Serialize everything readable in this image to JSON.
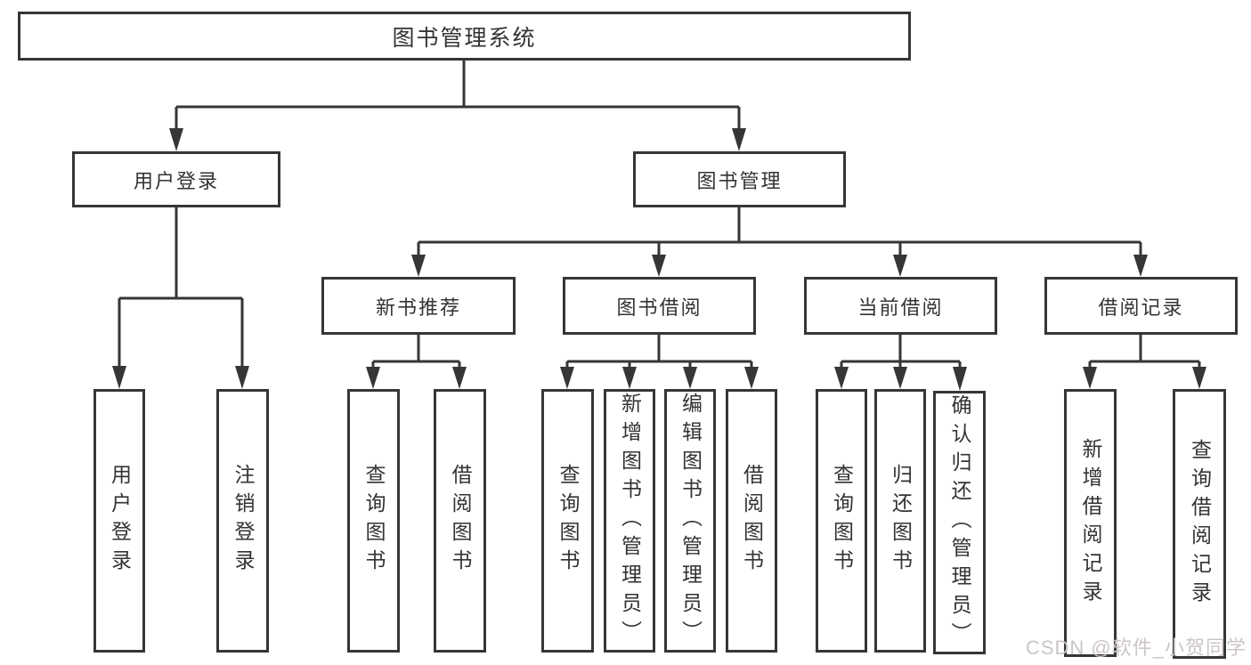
{
  "colors": {
    "line": "#363636",
    "text": "#333333",
    "background": "#ffffff",
    "watermark": "#ccc5c5"
  },
  "watermark": {
    "text": "CSDN @软件_小贺同学"
  },
  "tree": {
    "root": {
      "label": "图书管理系统"
    },
    "branches": [
      {
        "label": "用户登录",
        "children": [
          {
            "label": "用户登录"
          },
          {
            "label": "注销登录"
          }
        ]
      },
      {
        "label": "图书管理",
        "children": [
          {
            "label": "新书推荐",
            "children": [
              {
                "label": "查询图书"
              },
              {
                "label": "借阅图书"
              }
            ]
          },
          {
            "label": "图书借阅",
            "children": [
              {
                "label": "查询图书"
              },
              {
                "label": "新增图书（管理员）"
              },
              {
                "label": "编辑图书（管理员）"
              },
              {
                "label": "借阅图书"
              }
            ]
          },
          {
            "label": "当前借阅",
            "children": [
              {
                "label": "查询图书"
              },
              {
                "label": "归还图书"
              },
              {
                "label": "确认归还（管理员）"
              }
            ]
          },
          {
            "label": "借阅记录",
            "children": [
              {
                "label": "新增借阅记录"
              },
              {
                "label": "查询借阅记录"
              }
            ]
          }
        ]
      }
    ]
  }
}
